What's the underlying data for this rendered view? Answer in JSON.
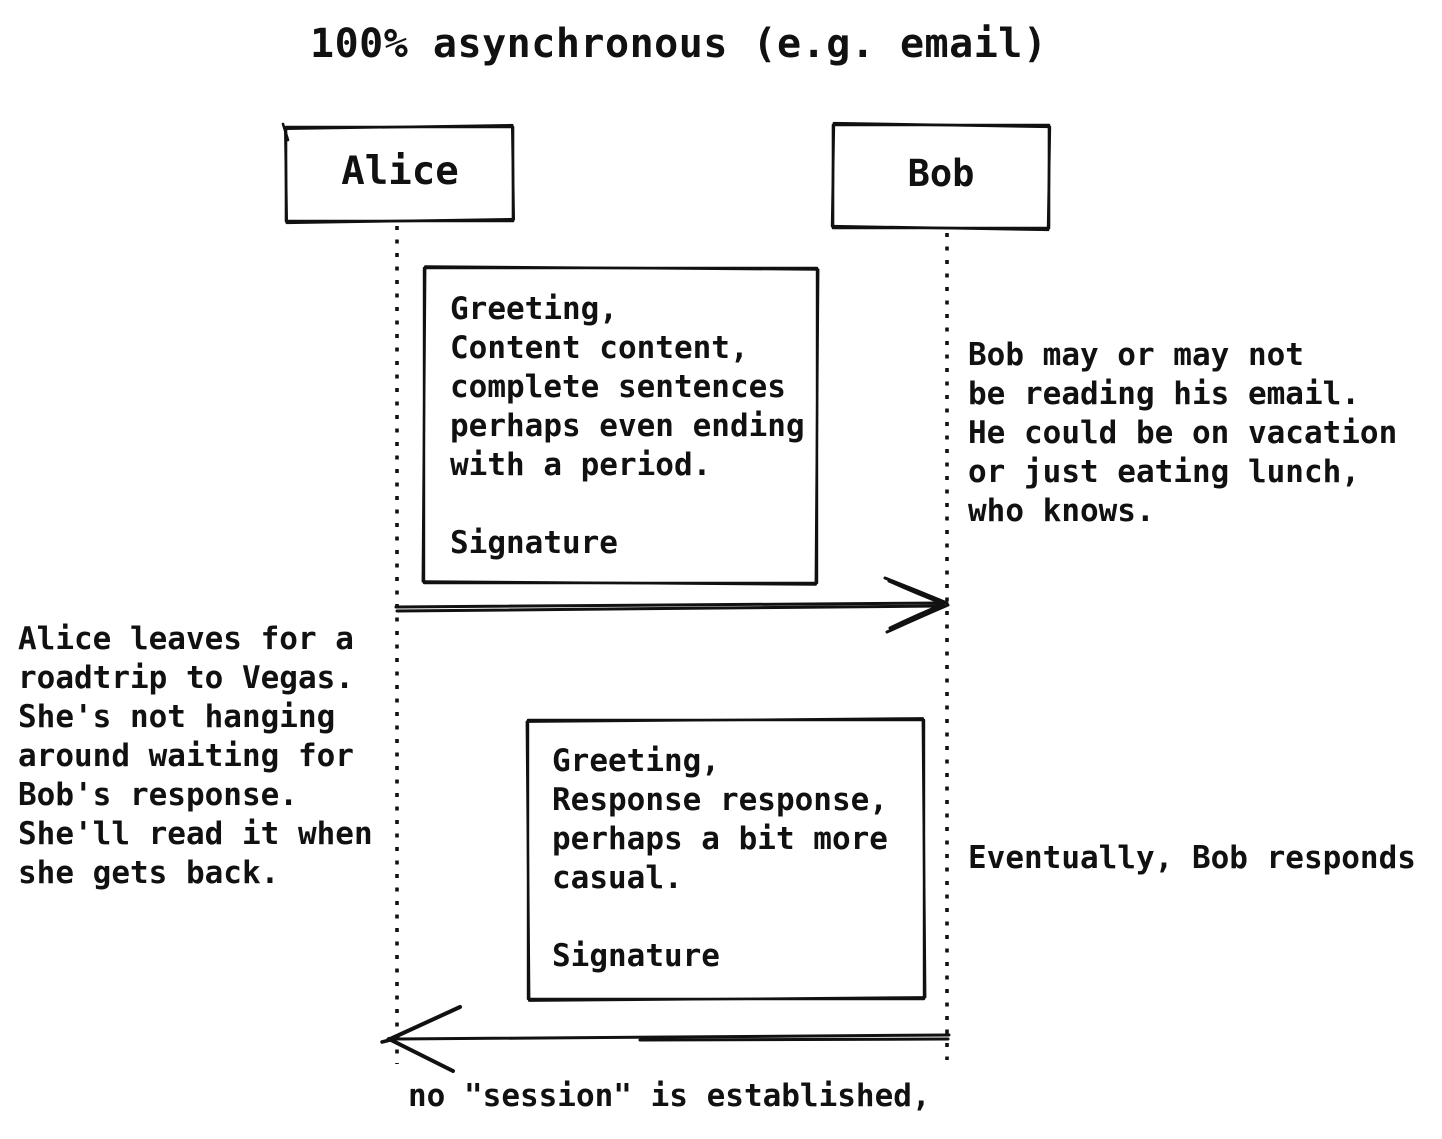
{
  "title": "100% asynchronous (e.g. email)",
  "actors": {
    "alice": "Alice",
    "bob": "Bob"
  },
  "messages": {
    "email1": "Greeting,\nContent content,\ncomplete sentences\nperhaps even ending\nwith a period.\n\nSignature",
    "email2": "Greeting,\nResponse response,\nperhaps a bit more\ncasual.\n\nSignature"
  },
  "notes": {
    "bob_status": "Bob may or may not\nbe reading his email.\nHe could be on vacation\nor just eating lunch,\nwho knows.",
    "alice_away": "Alice leaves for a\nroadtrip to Vegas.\nShe's not hanging\naround waiting for\nBob's response.\nShe'll read it when\nshe gets back.",
    "bob_responds": "Eventually, Bob responds",
    "footer": "no \"session\" is established,"
  },
  "colors": {
    "ink": "#111111",
    "background": "#ffffff"
  }
}
